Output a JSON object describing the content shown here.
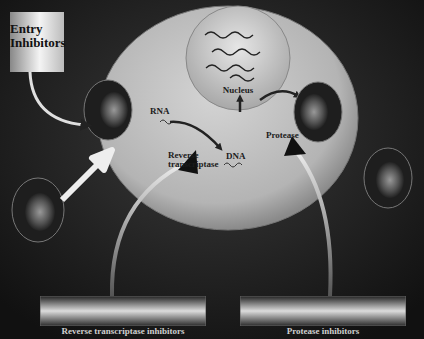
{
  "diagram": {
    "nodes": [
      {
        "text": [
          "Entry Inhibitors"
        ]
      },
      {
        "text": [
          "Nucleus"
        ]
      },
      {
        "text": [
          "Reverse transcriptase inhibitors"
        ]
      },
      {
        "text": [
          "Protease inhibitors"
        ]
      }
    ],
    "labels": [
      "RNA",
      "Reverse transcriptase",
      "DNA",
      "Protease"
    ]
  }
}
